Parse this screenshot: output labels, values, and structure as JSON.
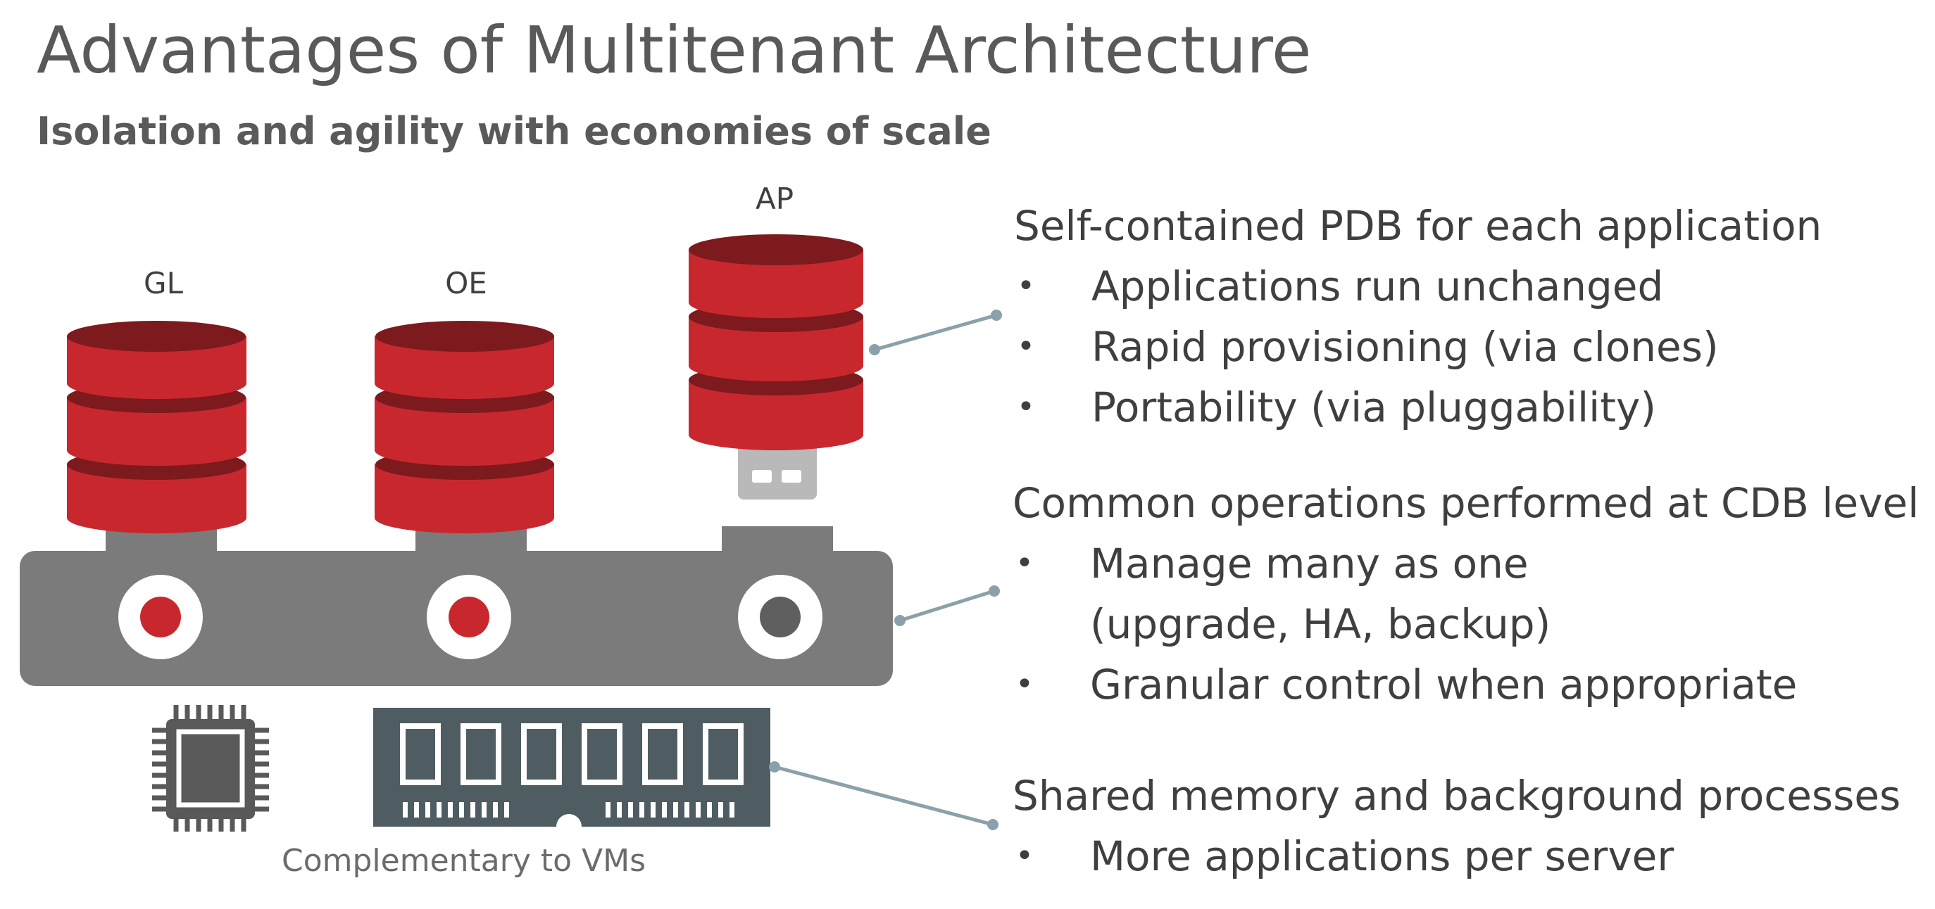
{
  "title": "Advantages of Multitenant Architecture",
  "subtitle": "Isolation and agility with economies of scale",
  "databases": [
    {
      "label": "GL"
    },
    {
      "label": "OE"
    },
    {
      "label": "AP"
    }
  ],
  "caption": "Complementary to VMs",
  "sections": [
    {
      "heading": "Self-contained PDB for each application",
      "bullets": [
        [
          "Applications run unchanged"
        ],
        [
          "Rapid provisioning (via clones)"
        ],
        [
          "Portability (via pluggability)"
        ]
      ]
    },
    {
      "heading": "Common operations performed at CDB level",
      "bullets": [
        [
          "Manage many as one",
          "(upgrade, HA, backup)"
        ],
        [
          "Granular control when appropriate"
        ]
      ]
    },
    {
      "heading": "Shared memory and background processes",
      "bullets": [
        [
          "More applications per server"
        ]
      ]
    }
  ],
  "bullet_glyph": "•",
  "colors": {
    "db_red": "#c8282d",
    "db_dark": "#7d1a1e",
    "cdb_gray": "#7b7b7b",
    "chip_gray": "#595959",
    "memory_slate": "#4f5d63",
    "connector": "#8aa0ab"
  }
}
